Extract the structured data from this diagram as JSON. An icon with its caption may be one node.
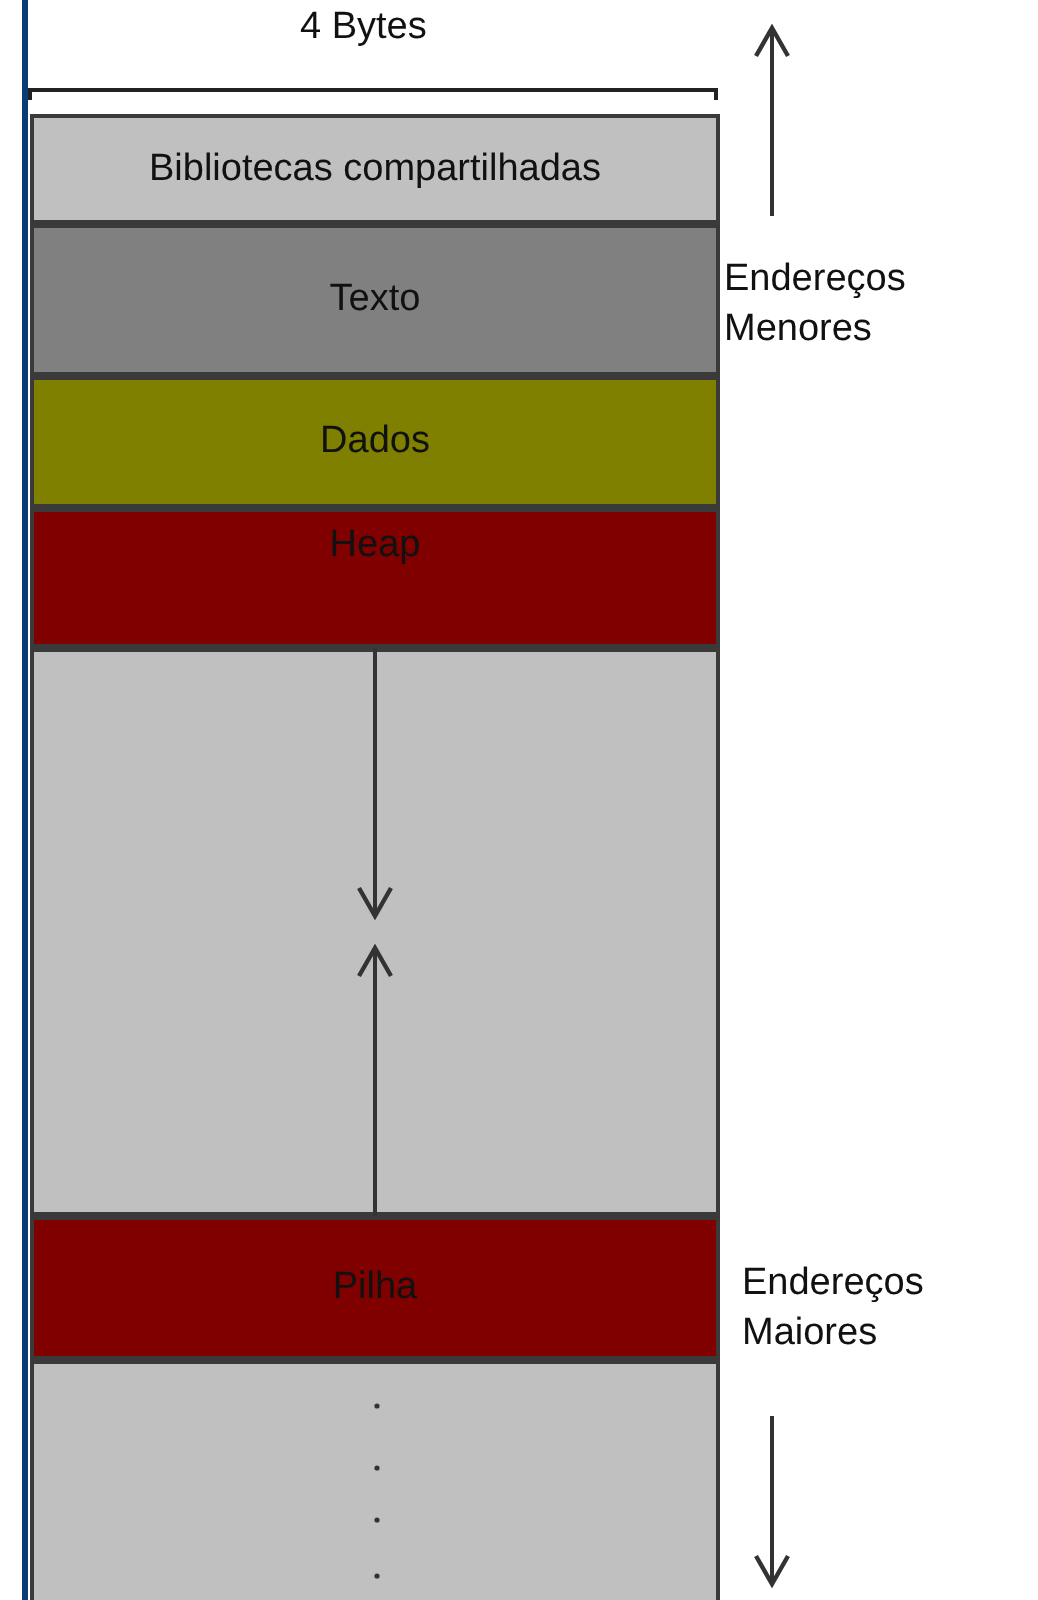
{
  "diagram": {
    "nodes": [
      {
        "text": [
          "Bibliotecas compartilhadas"
        ]
      },
      {
        "text": [
          "Texto"
        ]
      },
      {
        "text": [
          "Dados"
        ]
      },
      {
        "text": [
          "Heap"
        ]
      },
      {
        "text": [],
        "shape": "box"
      },
      {
        "text": [
          "Pilha"
        ]
      },
      {
        "text": [],
        "shape": "box"
      }
    ],
    "edges": [
      {
        "from": 3,
        "to": 4,
        "arrow": "to"
      },
      {
        "from": 5,
        "to": 4,
        "arrow": "to"
      }
    ],
    "labels": [
      "4 Bytes",
      "Endereços Menores",
      "Endereços Maiores"
    ]
  }
}
